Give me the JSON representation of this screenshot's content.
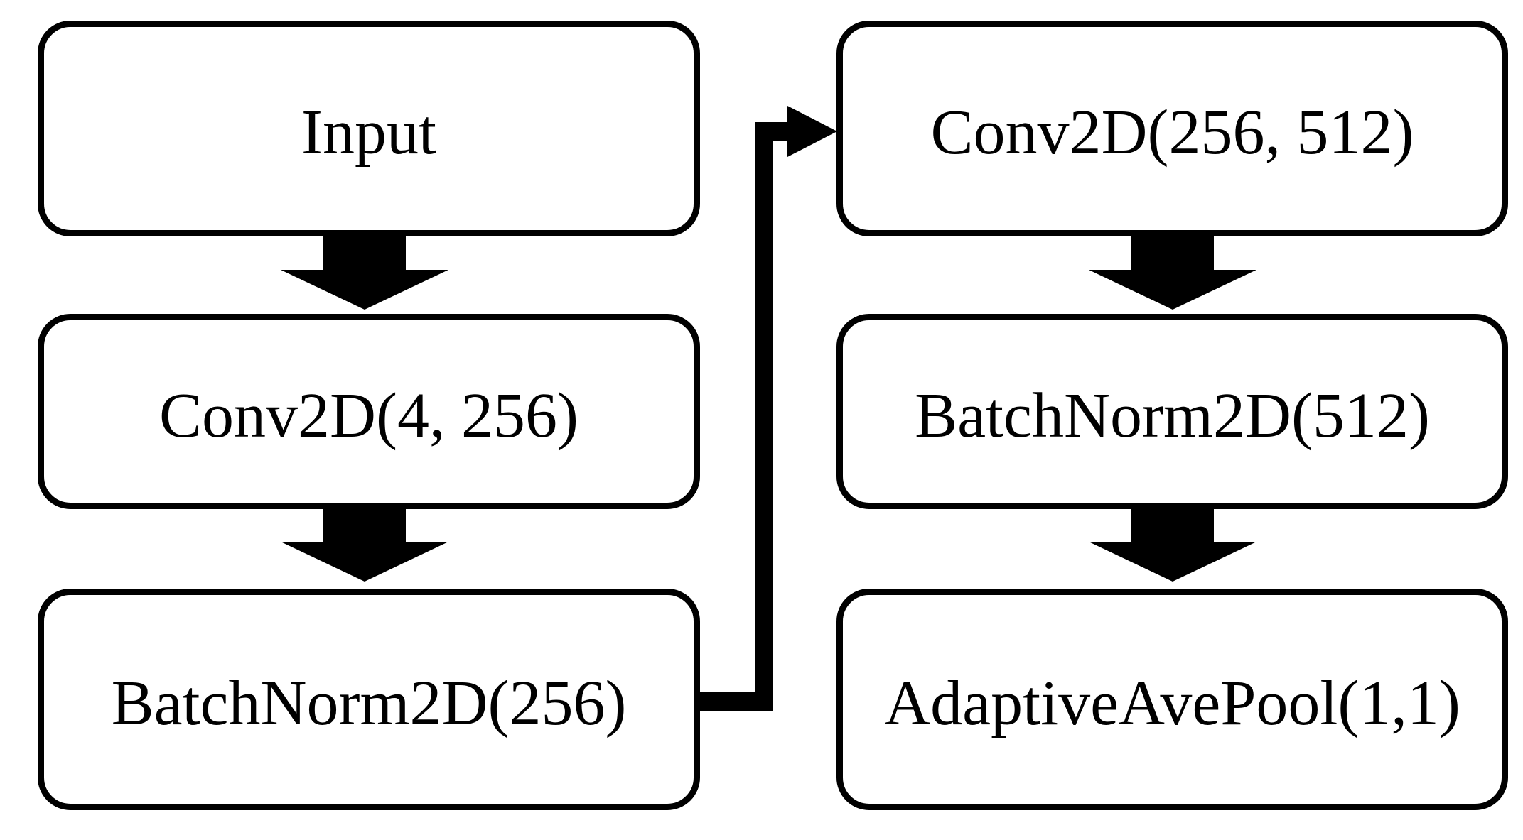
{
  "diagram": {
    "type": "flowchart",
    "description": "Neural network layer pipeline, two columns of rounded rectangle nodes connected by solid black block arrows and one elbow connector",
    "colors": {
      "background": "#ffffff",
      "node_fill": "#ffffff",
      "node_border": "#000000",
      "arrow": "#000000",
      "text": "#000000"
    },
    "nodes": [
      {
        "id": "input",
        "label": "Input",
        "column": "left",
        "row": 1
      },
      {
        "id": "conv1",
        "label": "Conv2D(4, 256)",
        "column": "left",
        "row": 2
      },
      {
        "id": "bn1",
        "label": "BatchNorm2D(256)",
        "column": "left",
        "row": 3
      },
      {
        "id": "conv2",
        "label": "Conv2D(256, 512)",
        "column": "right",
        "row": 1
      },
      {
        "id": "bn2",
        "label": "BatchNorm2D(512)",
        "column": "right",
        "row": 2
      },
      {
        "id": "pool",
        "label": "AdaptiveAvePool(1,1)",
        "column": "right",
        "row": 3
      }
    ],
    "edges": [
      {
        "from": "input",
        "to": "conv1",
        "type": "block-arrow-down"
      },
      {
        "from": "conv1",
        "to": "bn1",
        "type": "block-arrow-down"
      },
      {
        "from": "bn1",
        "to": "conv2",
        "type": "elbow-arrow-right-up-right"
      },
      {
        "from": "conv2",
        "to": "bn2",
        "type": "block-arrow-down"
      },
      {
        "from": "bn2",
        "to": "pool",
        "type": "block-arrow-down"
      }
    ]
  }
}
